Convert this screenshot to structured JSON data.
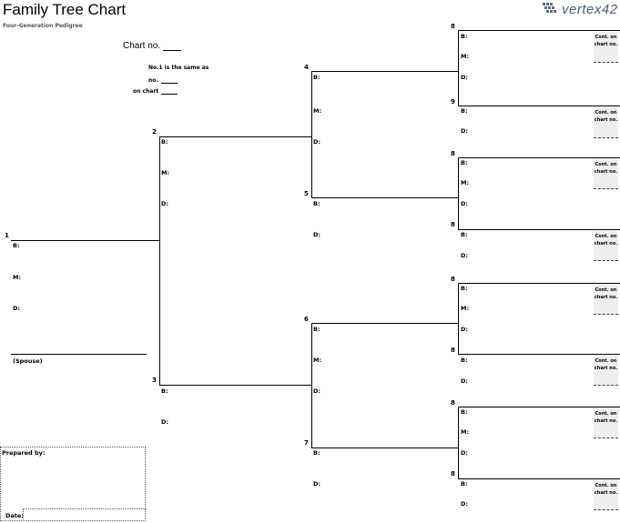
{
  "header": {
    "title": "Family Tree Chart",
    "subtitle": "Four-Generation Pedigree",
    "logo_text": "vertex42",
    "logo_icon": "vertex-cube-icon"
  },
  "chart_no": {
    "label": "Chart no.",
    "note_line1": "No.1 is the same as",
    "note_line2": "no.",
    "note_line3": "on chart"
  },
  "labels": {
    "born": "B:",
    "married": "M:",
    "died": "D:",
    "spouse": "(Spouse)",
    "continued_line1": "Cont. on",
    "continued_line2": "chart no."
  },
  "persons": {
    "p1": "1",
    "p2": "2",
    "p3": "3",
    "p4": "4",
    "p5": "5",
    "p6": "6",
    "p7": "7",
    "p8": "8",
    "p9": "9",
    "p10": "8",
    "p11": "8",
    "p12": "8",
    "p13": "8",
    "p14": "8",
    "p15": "8"
  },
  "footer": {
    "prepared_by": "Prepared by:",
    "date": "Date:"
  }
}
